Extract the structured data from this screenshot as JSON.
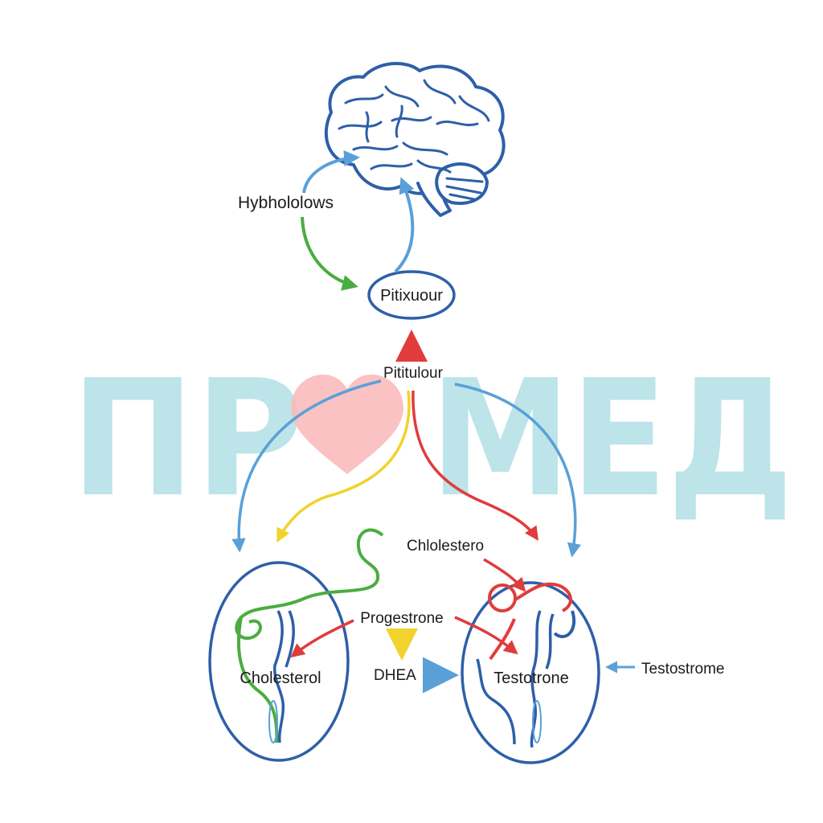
{
  "labels": {
    "hypothalamus": "Hybhololows",
    "pituitary_gland": "Pitixuour",
    "pituitary_hormone": "Pititulour",
    "cholesterol_top": "Chlolestero",
    "progesterone": "Progestrone",
    "dhea": "DHEA",
    "cholesterol_left": "Cholesterol",
    "testosterone_right": "Testotrone",
    "testosterone_outer": "Testostrome"
  },
  "watermark": {
    "left": "ПР",
    "right": "МЕД",
    "text_color": "#b9e3e8",
    "heart_color": "#f9b8b8"
  },
  "colors": {
    "outline": "#2e5fa8",
    "arrow_blue": "#5aa0d8",
    "arrow_green": "#4aad3f",
    "arrow_red": "#e03c3c",
    "arrow_yellow": "#f2d22b"
  }
}
